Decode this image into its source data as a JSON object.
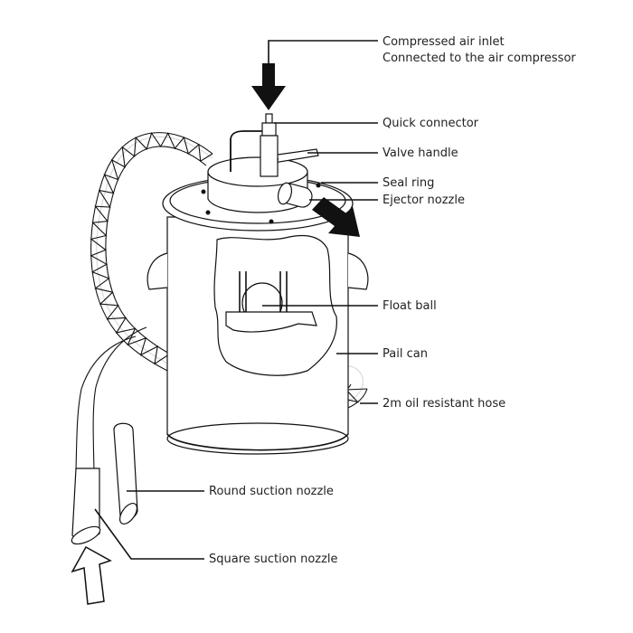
{
  "diagram": {
    "title": "Pneumatic oil extractor components",
    "labels": {
      "compressed_air_inlet": "Compressed air inlet",
      "compressed_air_inlet_sub": "Connected to the air compressor",
      "quick_connector": "Quick connector",
      "valve_handle": "Valve handle",
      "seal_ring": "Seal ring",
      "ejector_nozzle": "Ejector nozzle",
      "float_ball": "Float ball",
      "pail_can": "Pail can",
      "hose": "2m oil resistant hose",
      "round_suction_nozzle": "Round suction nozzle",
      "square_suction_nozzle": "Square suction nozzle"
    }
  }
}
